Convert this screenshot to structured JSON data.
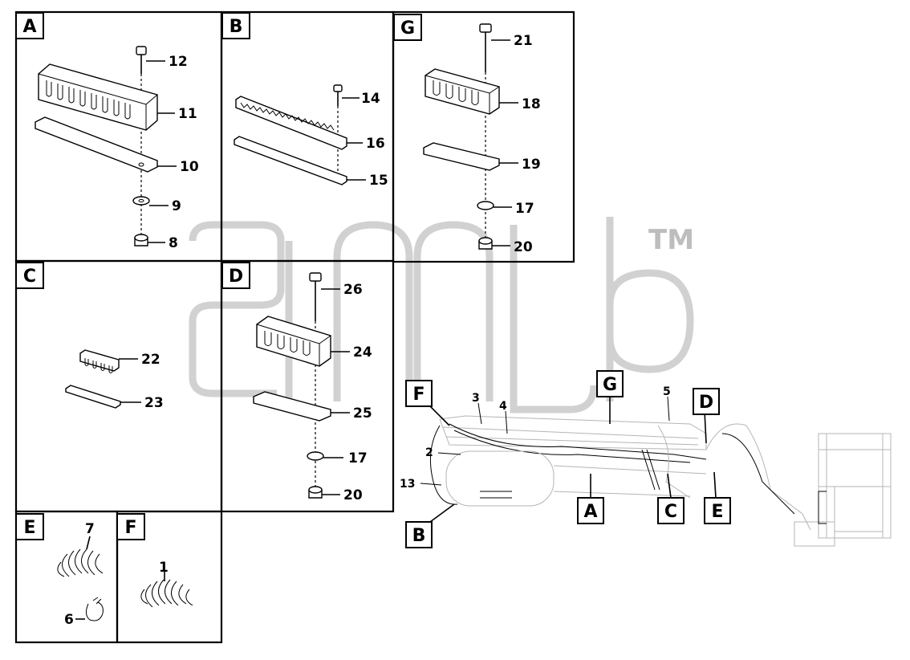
{
  "panels": {
    "A": {
      "label": "A",
      "callouts": [
        "12",
        "11",
        "10",
        "9",
        "8"
      ]
    },
    "B": {
      "label": "B",
      "callouts": [
        "14",
        "16",
        "15"
      ]
    },
    "G": {
      "label": "G",
      "callouts": [
        "21",
        "18",
        "19",
        "17",
        "20"
      ]
    },
    "C": {
      "label": "C",
      "callouts": [
        "22",
        "23"
      ]
    },
    "D": {
      "label": "D",
      "callouts": [
        "26",
        "24",
        "25",
        "17",
        "20"
      ]
    },
    "E": {
      "label": "E",
      "callouts": [
        "7",
        "6"
      ]
    },
    "F": {
      "label": "F",
      "callouts": [
        "1"
      ]
    }
  },
  "overview": {
    "tags": [
      "F",
      "G",
      "D",
      "A",
      "C",
      "E",
      "B"
    ],
    "callouts": [
      "3",
      "4",
      "5",
      "2",
      "13"
    ]
  },
  "watermark": {
    "tm": "TM"
  }
}
